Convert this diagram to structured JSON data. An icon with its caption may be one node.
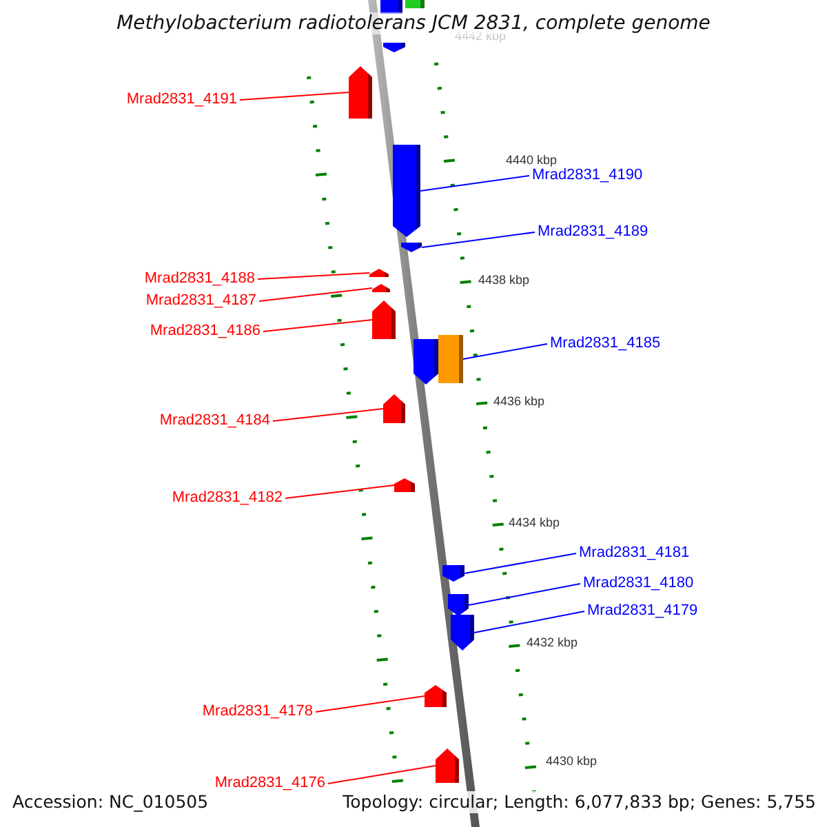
{
  "diagram": {
    "title": "Methylobacterium radiotolerans JCM 2831, complete genome",
    "nodes": [
      {
        "text": [],
        "shape": "bar"
      },
      {
        "text": [],
        "shape": "bar"
      },
      {
        "text": [],
        "shape": "bar"
      },
      {
        "text": [
          "Mrad2831_4191"
        ]
      },
      {
        "text": [],
        "shape": "bar"
      },
      {
        "text": [],
        "shape": "bar"
      },
      {
        "text": [
          "Mrad2831_4190"
        ]
      },
      {
        "text": [
          "Mrad2831_4189"
        ]
      },
      {
        "text": [],
        "shape": "bar"
      },
      {
        "text": [],
        "shape": "bar"
      },
      {
        "text": [
          "Mrad2831_4188"
        ]
      },
      {
        "text": [],
        "shape": "bar"
      },
      {
        "text": [
          "Mrad2831_4187"
        ]
      },
      {
        "text": [
          "Mrad2831_4186"
        ]
      },
      {
        "text": [],
        "shape": "bar"
      },
      {
        "text": [],
        "shape": "bar"
      },
      {
        "text": [],
        "shape": "bar"
      },
      {
        "text": [
          "Mrad2831_4185"
        ]
      },
      {
        "text": [
          "Mrad2831_4184"
        ]
      },
      {
        "text": [],
        "shape": "bar"
      },
      {
        "text": [
          "Mrad2831_4182"
        ]
      },
      {
        "text": [],
        "shape": "bar"
      },
      {
        "text": [
          "Mrad2831_4181"
        ]
      },
      {
        "text": [],
        "shape": "bar"
      },
      {
        "text": [],
        "shape": "bar"
      },
      {
        "text": [
          "Mrad2831_4180"
        ]
      },
      {
        "text": [],
        "shape": "bar"
      },
      {
        "text": [
          "Mrad2831_4179"
        ]
      },
      {
        "text": [
          "Mrad2831_4178"
        ]
      },
      {
        "text": [],
        "shape": "bar"
      },
      {
        "text": [
          "Mrad2831_4176"
        ]
      },
      {
        "text": [],
        "shape": "bar"
      }
    ],
    "edges": [
      {
        "from": 3,
        "to": 4,
        "arrow": "none"
      },
      {
        "from": 6,
        "to": 5,
        "arrow": "none",
        "color": "#0000ff"
      },
      {
        "from": 7,
        "to": 8,
        "arrow": "none",
        "color": "#0000ff"
      },
      {
        "from": 10,
        "to": 9,
        "arrow": "none"
      },
      {
        "from": 12,
        "to": 11,
        "arrow": "none"
      },
      {
        "from": 13,
        "to": 14,
        "arrow": "none"
      },
      {
        "from": 17,
        "to": 16,
        "arrow": "none",
        "color": "#0000ff"
      },
      {
        "from": 18,
        "to": 19,
        "arrow": "none"
      },
      {
        "from": 20,
        "to": 21,
        "arrow": "none"
      },
      {
        "from": 22,
        "to": 23,
        "arrow": "none",
        "color": "#0000ff"
      },
      {
        "from": 25,
        "to": 24,
        "arrow": "none",
        "color": "#0000ff"
      },
      {
        "from": 27,
        "to": 26,
        "arrow": "none",
        "color": "#0000ff"
      },
      {
        "from": 28,
        "to": 29,
        "arrow": "none"
      },
      {
        "from": 30,
        "to": 31,
        "arrow": "none"
      }
    ],
    "labels": [
      "4442 kbp",
      "4440 kbp",
      "4438 kbp",
      "4436 kbp",
      "4434 kbp",
      "4432 kbp",
      "4430 kbp",
      "Accession: NC_010505",
      "Topology: circular; Length: 6,077,833 bp; Genes: 5,755"
    ]
  }
}
